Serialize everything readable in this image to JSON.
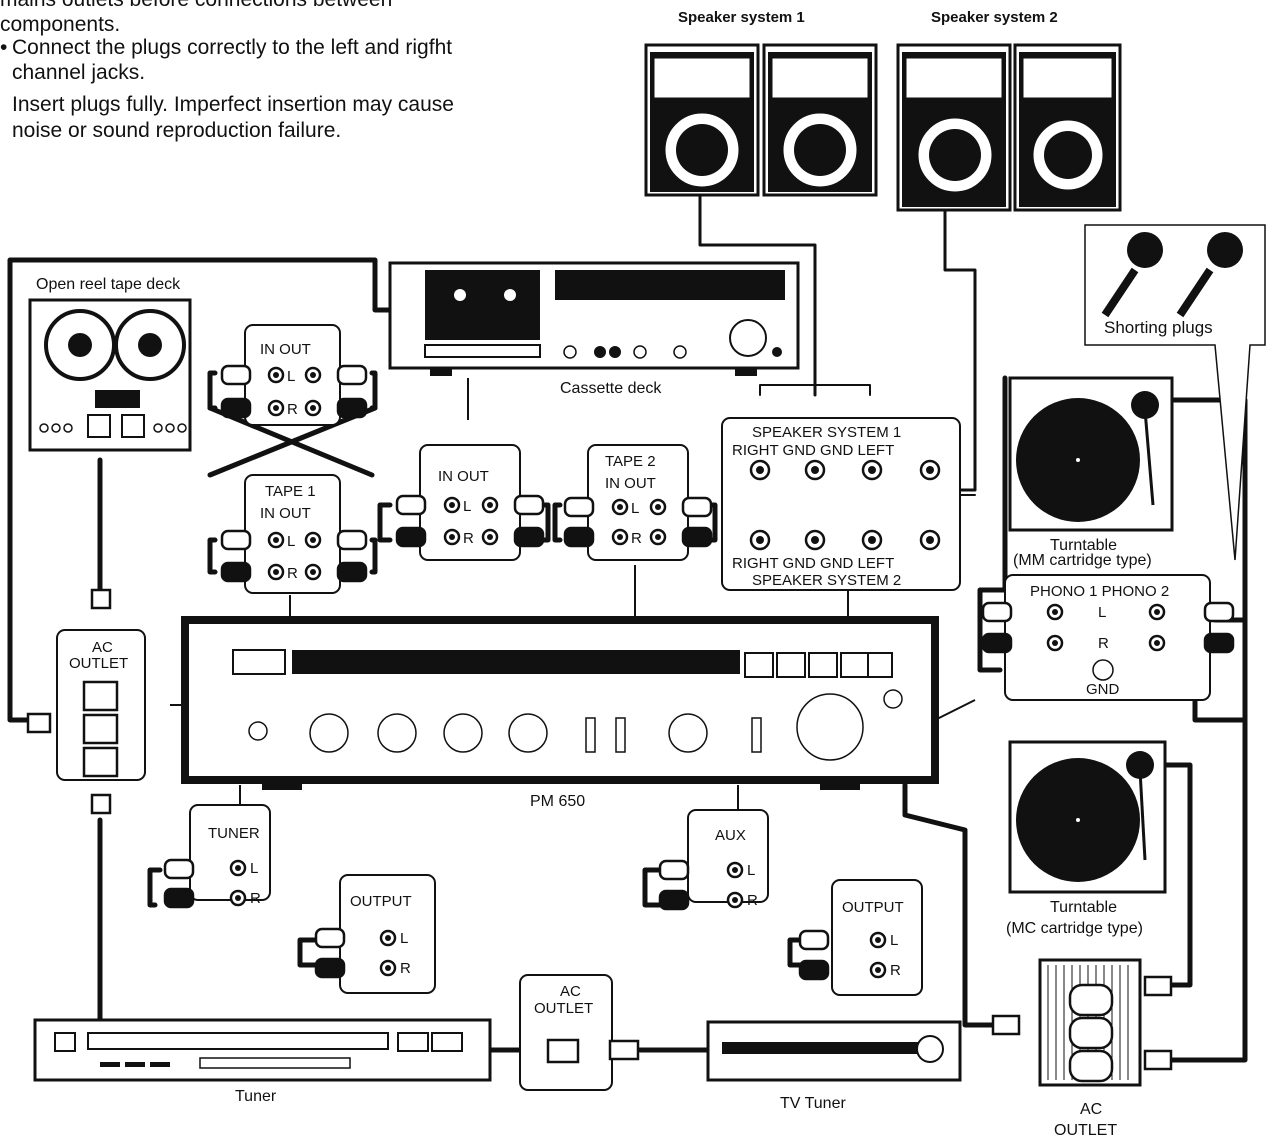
{
  "instructions": [
    "mains outlets before connections between",
    "components.",
    "Connect the plugs correctly to the left and rigfht",
    "channel jacks.",
    "Insert plugs fully. Imperfect insertion may cause",
    "noise or sound reproduction failure."
  ],
  "devices": {
    "speaker1": "Speaker system 1",
    "speaker2": "Speaker system 2",
    "open_reel": "Open reel tape deck",
    "cassette": "Cassette deck",
    "shorting": "Shorting plugs",
    "tt_mm_1": "Turntable",
    "tt_mm_2": "(MM cartridge type)",
    "tt_mc_1": "Turntable",
    "tt_mc_2": "(MC cartridge type)",
    "amp": "PM 650",
    "tuner": "Tuner",
    "tv_tuner": "TV Tuner",
    "ac_outlet_1": "AC",
    "ac_outlet_2": "OUTLET",
    "ac_outlet_mid_1": "AC",
    "ac_outlet_mid_2": "OUTLET",
    "ac_outlet_right_1": "AC",
    "ac_outlet_right_2": "OUTLET"
  },
  "panels": {
    "in_out": "IN OUT",
    "tape1": "TAPE 1",
    "tape2": "TAPE 2",
    "L": "L",
    "R": "R",
    "speaker_top_1": "SPEAKER  SYSTEM  1",
    "speaker_top_2": "RIGHT GND   GND  LEFT",
    "speaker_bot_1": "RIGHT GND   GND  LEFT",
    "speaker_bot_2": "SPEAKER  SYSTEM  2",
    "phono": "PHONO 1  PHONO 2",
    "gnd": "GND",
    "tuner": "TUNER",
    "aux": "AUX",
    "output": "OUTPUT"
  }
}
